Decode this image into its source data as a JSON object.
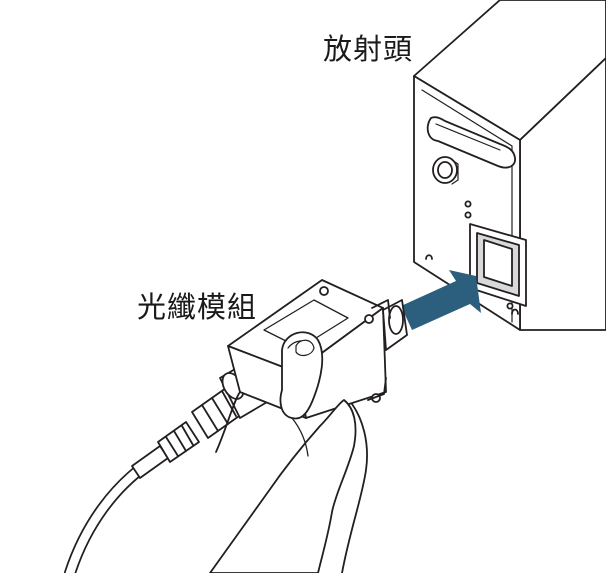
{
  "labels": {
    "emission_head": "放射頭",
    "fiber_module": "光纖模組"
  },
  "colors": {
    "line": "#231f20",
    "arrow": "#2c5f7e",
    "fill": "#ffffff",
    "port_inner": "#d9d9d9"
  },
  "icons": {
    "arrow": "insert-direction-arrow"
  }
}
